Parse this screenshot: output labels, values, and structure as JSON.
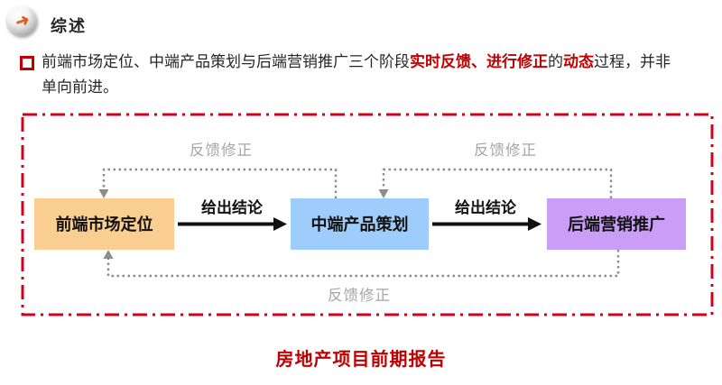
{
  "header": {
    "title": "综述",
    "arrow_glyph": "➜"
  },
  "summary": {
    "segments": [
      {
        "text": "前端市场定位、中端产品策划与后端营销推广三个阶段",
        "style": "normal"
      },
      {
        "text": "实时反馈、进行修正",
        "style": "red-bold"
      },
      {
        "text": "的",
        "style": "normal"
      },
      {
        "text": "动态",
        "style": "red-bold"
      },
      {
        "text": "过程，并非",
        "style": "normal"
      },
      {
        "text": "单向前进。",
        "style": "normal"
      }
    ]
  },
  "diagram": {
    "stages": [
      {
        "label": "前端市场定位",
        "color": "#facd91"
      },
      {
        "label": "中端产品策划",
        "color": "#9fcdfb"
      },
      {
        "label": "后端营销推广",
        "color": "#ca9df7"
      }
    ],
    "forward_label": "给出结论",
    "feedback_label": "反馈修正",
    "border_color": "#d0021b",
    "feedback_color": "#8c8c8c",
    "arrow_color": "#111111"
  },
  "footer": {
    "title": "房地产项目前期报告",
    "color": "#c00000"
  }
}
